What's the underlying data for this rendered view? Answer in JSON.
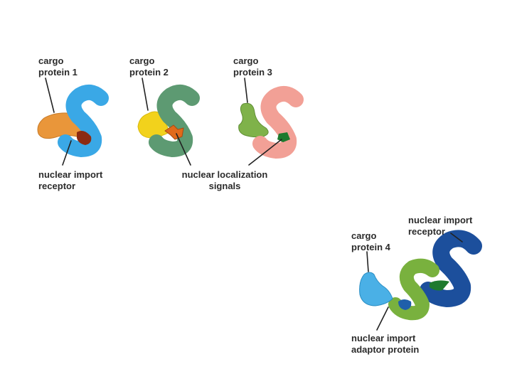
{
  "labels": {
    "cargo1": [
      "cargo",
      "protein 1"
    ],
    "cargo2": [
      "cargo",
      "protein 2"
    ],
    "cargo3": [
      "cargo",
      "protein 3"
    ],
    "receptor_top": [
      "nuclear import",
      "receptor"
    ],
    "nls": [
      "nuclear localization",
      "signals"
    ],
    "receptor_right": [
      "nuclear import",
      "receptor"
    ],
    "cargo4": [
      "cargo",
      "protein 4"
    ],
    "adaptor": [
      "nuclear import",
      "adaptor protein"
    ]
  },
  "colors": {
    "receptor1": "#3aa8e6",
    "cargo1": "#e9963a",
    "nls1": "#8b2a12",
    "receptor2": "#5d9a72",
    "cargo2": "#f2d21c",
    "nls2": "#e06a1a",
    "receptor3": "#f2a096",
    "cargo3": "#7fb24a",
    "nls3": "#1e7a2e",
    "receptor4": "#1c4f9c",
    "adaptor": "#79b13e",
    "cargo4": "#4ab0e6",
    "nls4": "#1e7a2e",
    "nls4b": "#1f5faa"
  }
}
